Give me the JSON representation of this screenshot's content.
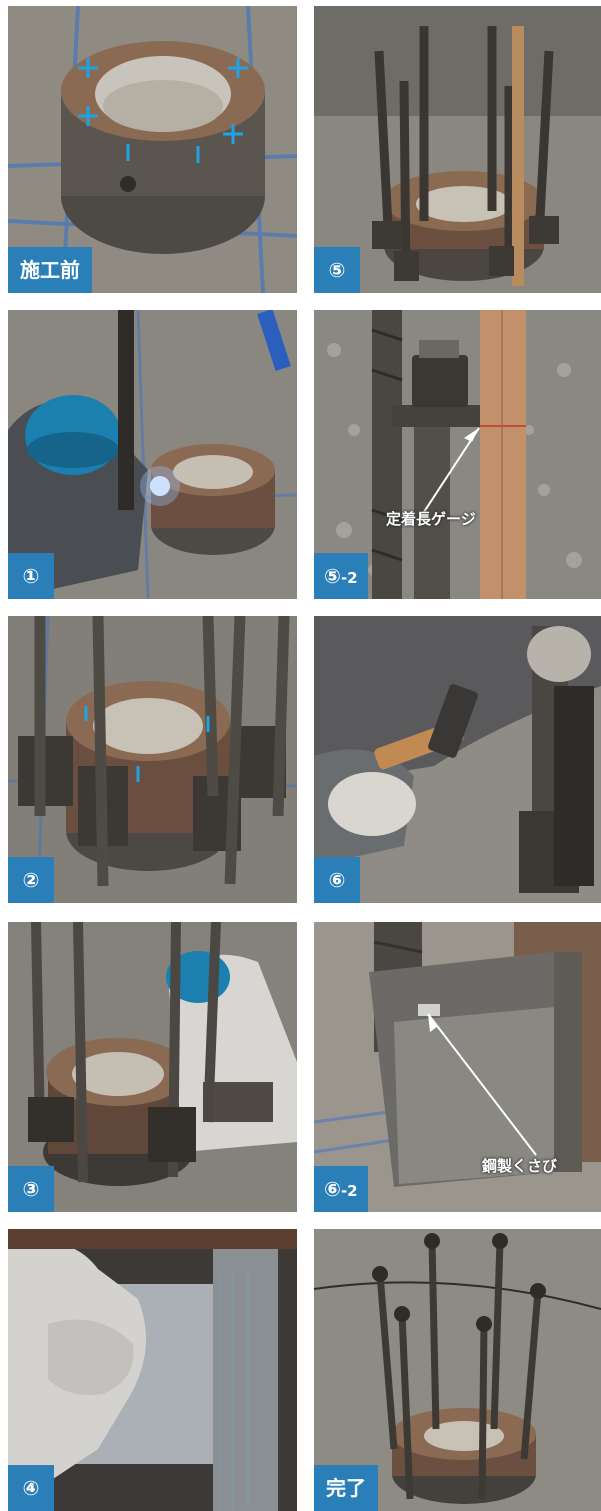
{
  "photos": [
    {
      "label": "施工前",
      "label_sub": ""
    },
    {
      "label": "⑤",
      "label_sub": ""
    },
    {
      "label": "①",
      "label_sub": ""
    },
    {
      "label": "⑤",
      "label_sub": "-2"
    },
    {
      "label": "②",
      "label_sub": ""
    },
    {
      "label": "⑥",
      "label_sub": ""
    },
    {
      "label": "③",
      "label_sub": ""
    },
    {
      "label": "⑥",
      "label_sub": "-2"
    },
    {
      "label": "④",
      "label_sub": ""
    },
    {
      "label": "完了",
      "label_sub": ""
    }
  ],
  "annotations": {
    "gauge": "定着長ゲージ",
    "wedge": "鋼製くさび"
  },
  "colors": {
    "badge": "#2b7fb8",
    "marker": "#1fa3e6",
    "concrete": "#8d8a82",
    "steel": "#5a5650"
  }
}
